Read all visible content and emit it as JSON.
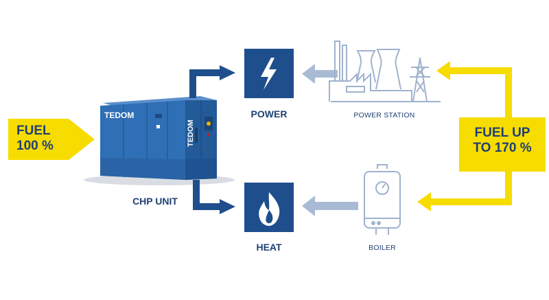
{
  "fuel_in": {
    "line1": "FUEL",
    "line2": "100 %"
  },
  "fuel_out": {
    "line1": "FUEL UP",
    "line2": "TO 170 %"
  },
  "chp": {
    "label": "CHP UNIT",
    "brand": "TEDOM",
    "brand_vertical": "TEDOM"
  },
  "power": {
    "label": "POWER",
    "icon": "lightning-icon"
  },
  "heat": {
    "label": "HEAT",
    "icon": "flame-icon"
  },
  "power_station": {
    "label": "POWER STATION",
    "icon": "power-station-icon"
  },
  "boiler": {
    "label": "BOILER",
    "icon": "boiler-icon"
  },
  "colors": {
    "navy": "#1f4e8c",
    "yellow": "#f7dc00",
    "light_blue": "#a9bbd4",
    "text": "#1f3f73",
    "chp_blue": "#2f6fb5"
  }
}
